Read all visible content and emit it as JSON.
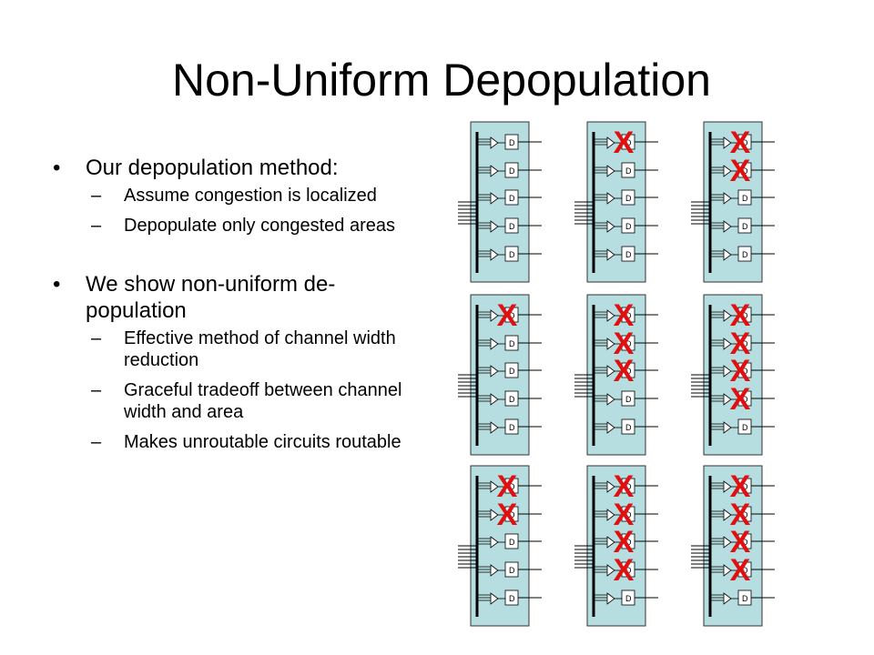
{
  "slide": {
    "title": "Non-Uniform Depopulation",
    "bullets": [
      {
        "text": "Our depopulation  method:",
        "sub": [
          "Assume congestion is localized",
          "Depopulate only congested areas"
        ]
      },
      {
        "text": "We show non-uniform de-population",
        "sub": [
          "Effective method of channel width reduction",
          "Graceful tradeoff between channel width and area",
          "Makes unroutable circuits routable"
        ]
      }
    ]
  },
  "diagram": {
    "block_color": "#b6dde0",
    "mark_color": "#e01010",
    "mark_symbol": "X",
    "grid": [
      [
        [],
        [
          0
        ],
        [
          0,
          1
        ]
      ],
      [
        [
          0
        ],
        [
          0,
          1,
          2
        ],
        [
          0,
          1,
          2,
          3
        ]
      ],
      [
        [
          0,
          1
        ],
        [
          0,
          1,
          2,
          3
        ],
        [
          0,
          1,
          2,
          3
        ]
      ]
    ]
  }
}
